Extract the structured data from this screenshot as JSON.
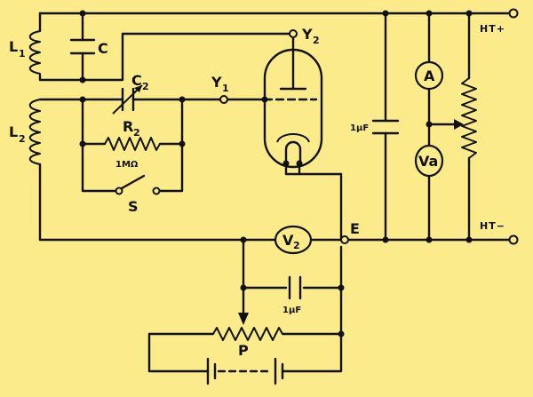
{
  "labels": {
    "L1": "L",
    "L1_sub": "1",
    "C": "C",
    "L2": "L",
    "L2_sub": "2",
    "C2": "C",
    "C2_sub": "2",
    "R2": "R",
    "R2_sub": "2",
    "R2_value": "1MΩ",
    "S": "S",
    "Y1": "Y",
    "Y1_sub": "1",
    "Y2": "Y",
    "Y2_sub": "2",
    "cap_1uF_right": "1μF",
    "cap_1uF_bottom": "1μF",
    "meter_A": "A",
    "meter_Va": "Va",
    "meter_V2": "V",
    "meter_V2_sub": "2",
    "E": "E",
    "P": "P",
    "HT_plus": "HT+",
    "HT_minus": "HT−"
  },
  "colors": {
    "background": "#fbeb8b",
    "ink": "#111111"
  }
}
